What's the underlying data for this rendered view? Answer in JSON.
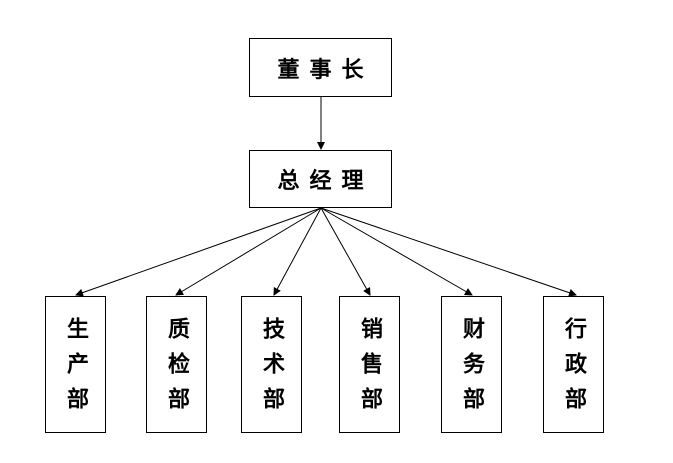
{
  "chart_data": {
    "type": "org-chart",
    "root": {
      "label": "董事长",
      "children": [
        {
          "label": "总经理",
          "children": [
            {
              "label": "生产部"
            },
            {
              "label": "质检部"
            },
            {
              "label": "技术部"
            },
            {
              "label": "销售部"
            },
            {
              "label": "财务部"
            },
            {
              "label": "行政部"
            }
          ]
        }
      ]
    }
  },
  "nodes": {
    "chairman": "董事长",
    "general_manager": "总经理",
    "departments": [
      "生产部",
      "质检部",
      "技术部",
      "销售部",
      "财务部",
      "行政部"
    ]
  },
  "colors": {
    "line": "#000000",
    "box_border": "#000000",
    "background": "#ffffff"
  }
}
